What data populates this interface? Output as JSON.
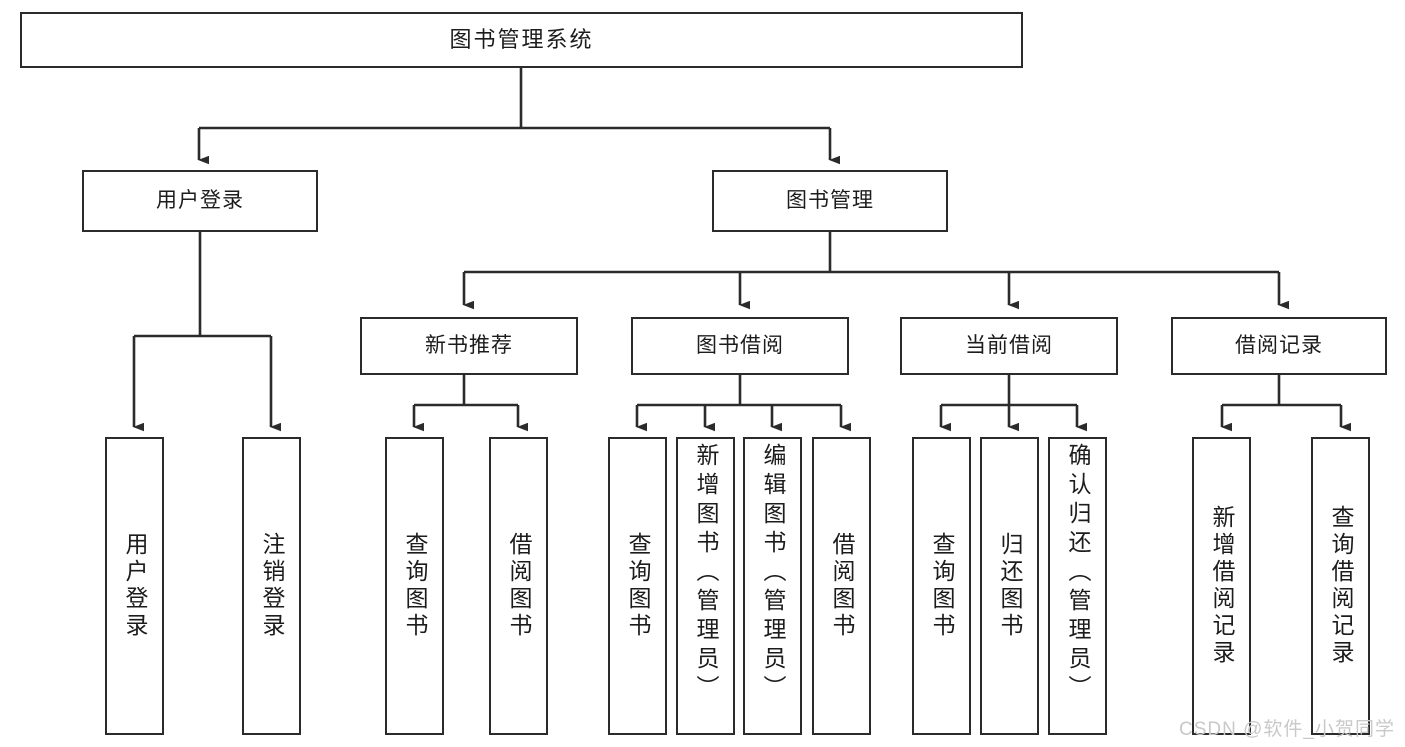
{
  "diagram": {
    "title": "图书管理系统",
    "type": "hierarchy-tree",
    "watermark": "CSDN @软件_小贺同学",
    "colors": {
      "box_border": "#2b2b2b",
      "box_fill": "#ffffff",
      "edge": "#2b2b2b",
      "text": "#1c1c1c",
      "watermark": "#c9c9c9"
    },
    "nodes": {
      "root": "图书管理系统",
      "user_login": "用户登录",
      "book_manage": "图书管理",
      "new_book_rec": "新书推荐",
      "book_borrow": "图书借阅",
      "current_borrow": "当前借阅",
      "borrow_record": "借阅记录",
      "leaf_user_login": "用户登录",
      "leaf_logout": "注销登录",
      "leaf_query_book_1": "查询图书",
      "leaf_borrow_book_1": "借阅图书",
      "leaf_query_book_2": "查询图书",
      "leaf_add_book_admin": "新增图书（管理员）",
      "leaf_edit_book_admin": "编辑图书（管理员）",
      "leaf_borrow_book_2": "借阅图书",
      "leaf_query_book_3": "查询图书",
      "leaf_return_book": "归还图书",
      "leaf_confirm_return_admin": "确认归还（管理员）",
      "leaf_add_record": "新增借阅记录",
      "leaf_query_record": "查询借阅记录"
    }
  }
}
